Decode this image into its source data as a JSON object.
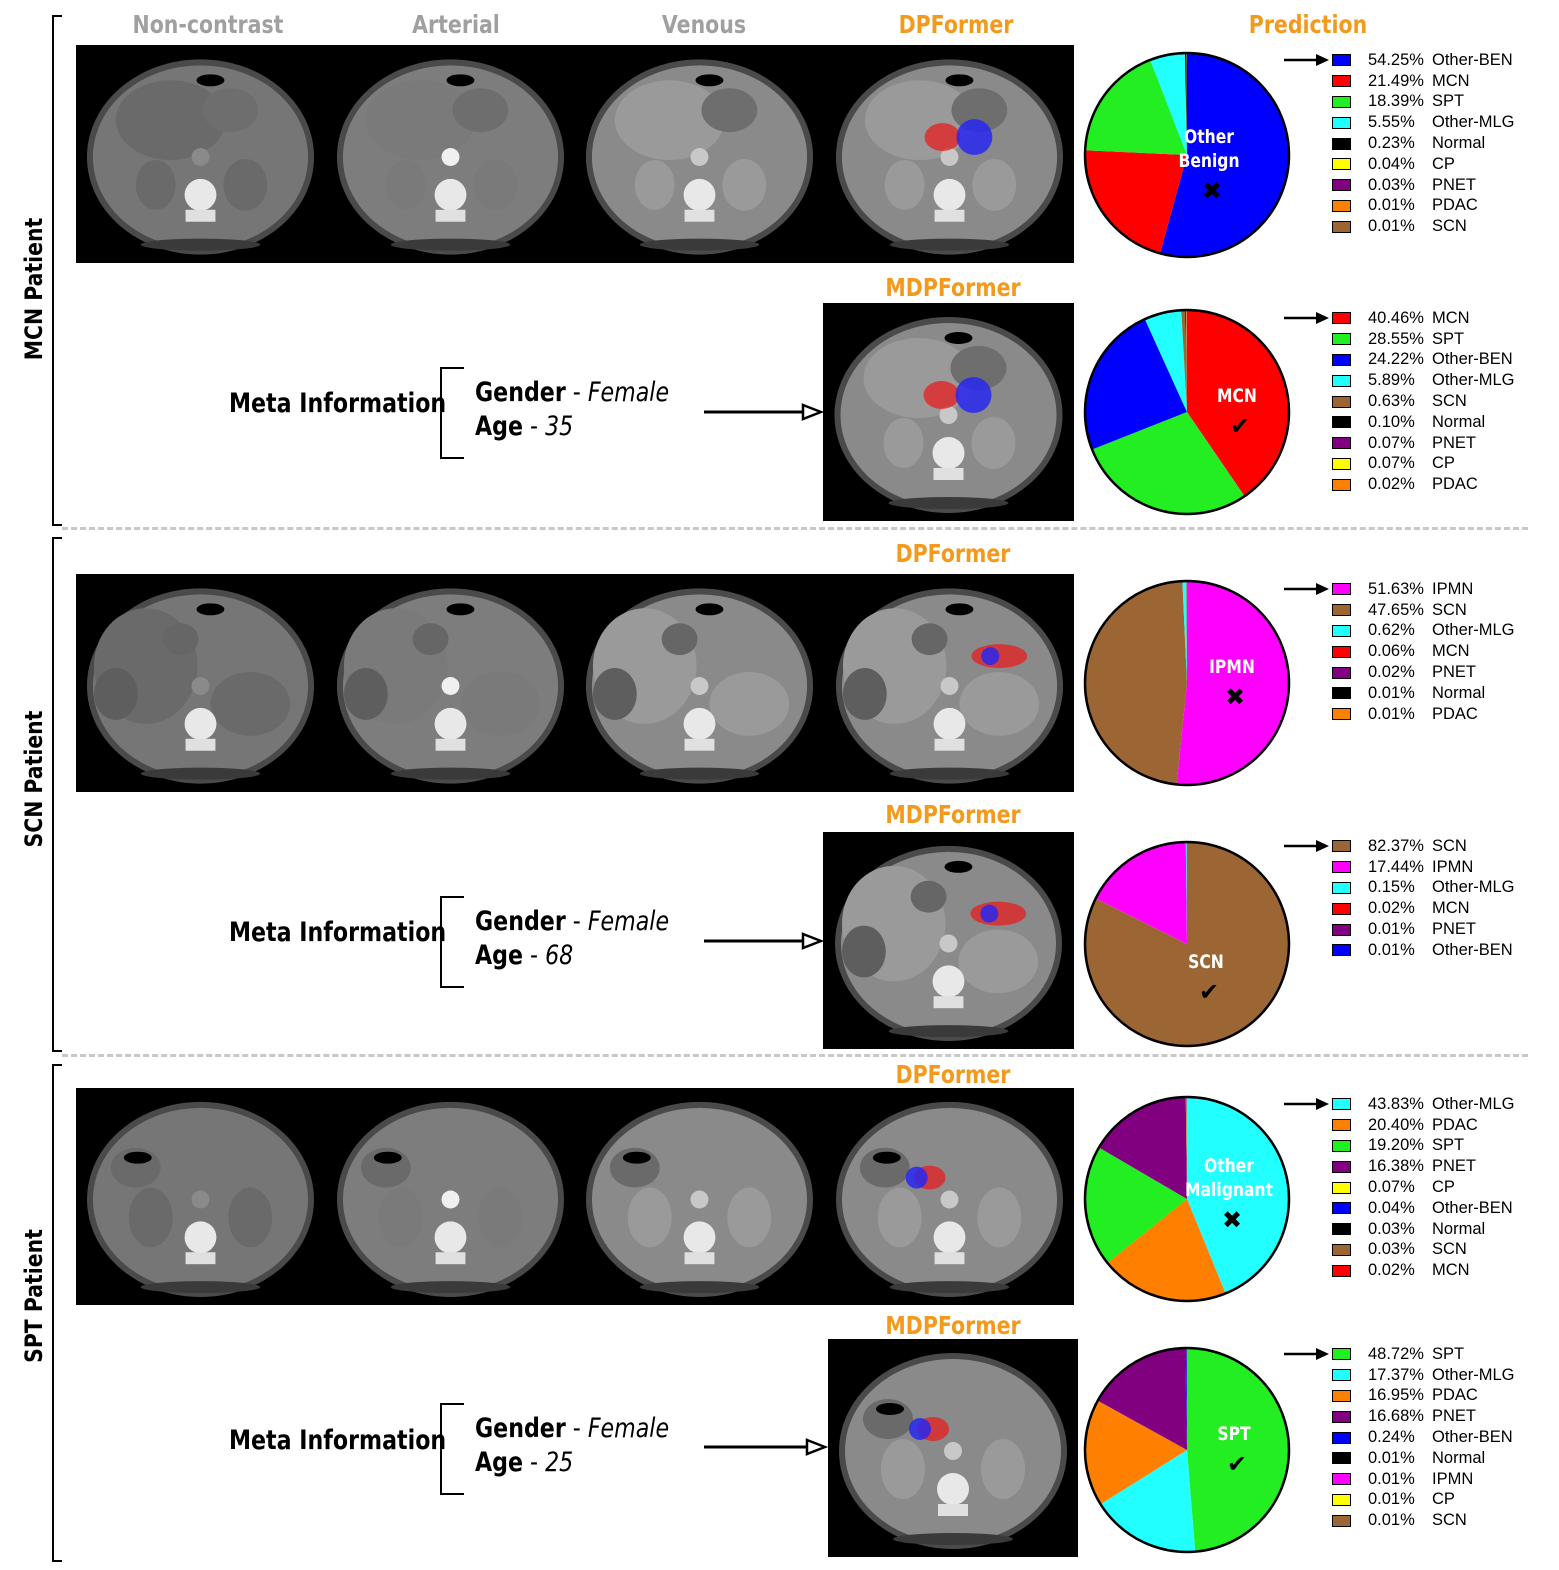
{
  "headers": {
    "non_contrast": "Non-contrast",
    "arterial": "Arterial",
    "venous": "Venous",
    "dpformer": "DPFormer",
    "prediction": "Prediction"
  },
  "colors": {
    "Other-BEN": "#0000ff",
    "MCN": "#ff0000",
    "SPT": "#22ee22",
    "Other-MLG": "#22ffff",
    "Normal": "#000000",
    "CP": "#ffff00",
    "PNET": "#800080",
    "PDAC": "#ff8000",
    "SCN": "#9c6634",
    "IPMN": "#ff00ff"
  },
  "patients": [
    {
      "label": "MCN Patient",
      "dp_label": "DPFormer",
      "mdp_label": "MDPFormer",
      "meta": {
        "title": "Meta Information",
        "gender_key": "Gender",
        "gender_val": "Female",
        "age_key": "Age",
        "age_val": "35"
      },
      "dp": {
        "pie_text": [
          "Other",
          "Benign"
        ],
        "mark": "✖",
        "legend": [
          {
            "pct": "54.25%",
            "cls": "Other-BEN"
          },
          {
            "pct": "21.49%",
            "cls": "MCN"
          },
          {
            "pct": "18.39%",
            "cls": "SPT"
          },
          {
            "pct": "5.55%",
            "cls": "Other-MLG"
          },
          {
            "pct": "0.23%",
            "cls": "Normal"
          },
          {
            "pct": "0.04%",
            "cls": "CP"
          },
          {
            "pct": "0.03%",
            "cls": "PNET"
          },
          {
            "pct": "0.01%",
            "cls": "PDAC"
          },
          {
            "pct": "0.01%",
            "cls": "SCN"
          }
        ]
      },
      "mdp": {
        "pie_text": [
          "MCN"
        ],
        "mark": "✔",
        "legend": [
          {
            "pct": "40.46%",
            "cls": "MCN"
          },
          {
            "pct": "28.55%",
            "cls": "SPT"
          },
          {
            "pct": "24.22%",
            "cls": "Other-BEN"
          },
          {
            "pct": "5.89%",
            "cls": "Other-MLG"
          },
          {
            "pct": "0.63%",
            "cls": "SCN"
          },
          {
            "pct": "0.10%",
            "cls": "Normal"
          },
          {
            "pct": "0.07%",
            "cls": "PNET"
          },
          {
            "pct": "0.07%",
            "cls": "CP"
          },
          {
            "pct": "0.02%",
            "cls": "PDAC"
          }
        ]
      }
    },
    {
      "label": "SCN Patient",
      "dp_label": "DPFormer",
      "mdp_label": "MDPFormer",
      "meta": {
        "title": "Meta Information",
        "gender_key": "Gender",
        "gender_val": "Female",
        "age_key": "Age",
        "age_val": "68"
      },
      "dp": {
        "pie_text": [
          "IPMN"
        ],
        "mark": "✖",
        "legend": [
          {
            "pct": "51.63%",
            "cls": "IPMN"
          },
          {
            "pct": "47.65%",
            "cls": "SCN"
          },
          {
            "pct": "0.62%",
            "cls": "Other-MLG"
          },
          {
            "pct": "0.06%",
            "cls": "MCN"
          },
          {
            "pct": "0.02%",
            "cls": "PNET"
          },
          {
            "pct": "0.01%",
            "cls": "Normal"
          },
          {
            "pct": "0.01%",
            "cls": "PDAC"
          }
        ]
      },
      "mdp": {
        "pie_text": [
          "SCN"
        ],
        "mark": "✔",
        "legend": [
          {
            "pct": "82.37%",
            "cls": "SCN"
          },
          {
            "pct": "17.44%",
            "cls": "IPMN"
          },
          {
            "pct": "0.15%",
            "cls": "Other-MLG"
          },
          {
            "pct": "0.02%",
            "cls": "MCN"
          },
          {
            "pct": "0.01%",
            "cls": "PNET"
          },
          {
            "pct": "0.01%",
            "cls": "Other-BEN"
          }
        ]
      }
    },
    {
      "label": "SPT Patient",
      "dp_label": "DPFormer",
      "mdp_label": "MDPFormer",
      "meta": {
        "title": "Meta Information",
        "gender_key": "Gender",
        "gender_val": "Female",
        "age_key": "Age",
        "age_val": "25"
      },
      "dp": {
        "pie_text": [
          "Other",
          "Malignant"
        ],
        "mark": "✖",
        "legend": [
          {
            "pct": "43.83%",
            "cls": "Other-MLG"
          },
          {
            "pct": "20.40%",
            "cls": "PDAC"
          },
          {
            "pct": "19.20%",
            "cls": "SPT"
          },
          {
            "pct": "16.38%",
            "cls": "PNET"
          },
          {
            "pct": "0.07%",
            "cls": "CP"
          },
          {
            "pct": "0.04%",
            "cls": "Other-BEN"
          },
          {
            "pct": "0.03%",
            "cls": "Normal"
          },
          {
            "pct": "0.03%",
            "cls": "SCN"
          },
          {
            "pct": "0.02%",
            "cls": "MCN"
          }
        ]
      },
      "mdp": {
        "pie_text": [
          "SPT"
        ],
        "mark": "✔",
        "legend": [
          {
            "pct": "48.72%",
            "cls": "SPT"
          },
          {
            "pct": "17.37%",
            "cls": "Other-MLG"
          },
          {
            "pct": "16.95%",
            "cls": "PDAC"
          },
          {
            "pct": "16.68%",
            "cls": "PNET"
          },
          {
            "pct": "0.24%",
            "cls": "Other-BEN"
          },
          {
            "pct": "0.01%",
            "cls": "Normal"
          },
          {
            "pct": "0.01%",
            "cls": "IPMN"
          },
          {
            "pct": "0.01%",
            "cls": "CP"
          },
          {
            "pct": "0.01%",
            "cls": "SCN"
          }
        ]
      }
    }
  ]
}
